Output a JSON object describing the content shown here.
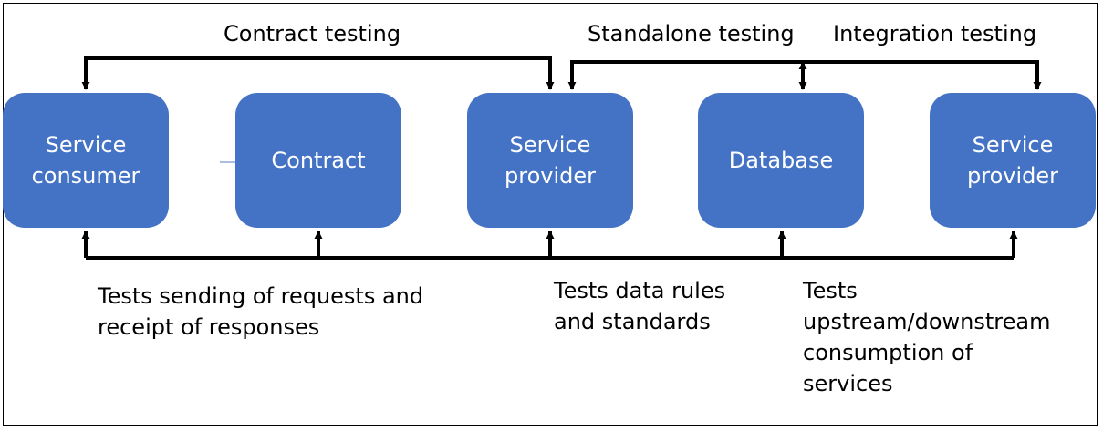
{
  "nodes": {
    "consumer": "Service\nconsumer",
    "contract": "Contract",
    "provider": "Service\nprovider",
    "database": "Database",
    "provider2": "Service\nprovider"
  },
  "labels": {
    "contract_testing": "Contract testing",
    "standalone_testing": "Standalone testing",
    "integration_testing": "Integration testing",
    "requests_note": "Tests sending of requests and\nreceipt of responses",
    "data_rules_note": "Tests data rules\nand standards",
    "upstream_note": "Tests\nupstream/downstream\nconsumption of\nservices"
  },
  "colors": {
    "node_fill": "#4472C4",
    "node_text": "#FFFFFF",
    "wire": "#000000"
  }
}
